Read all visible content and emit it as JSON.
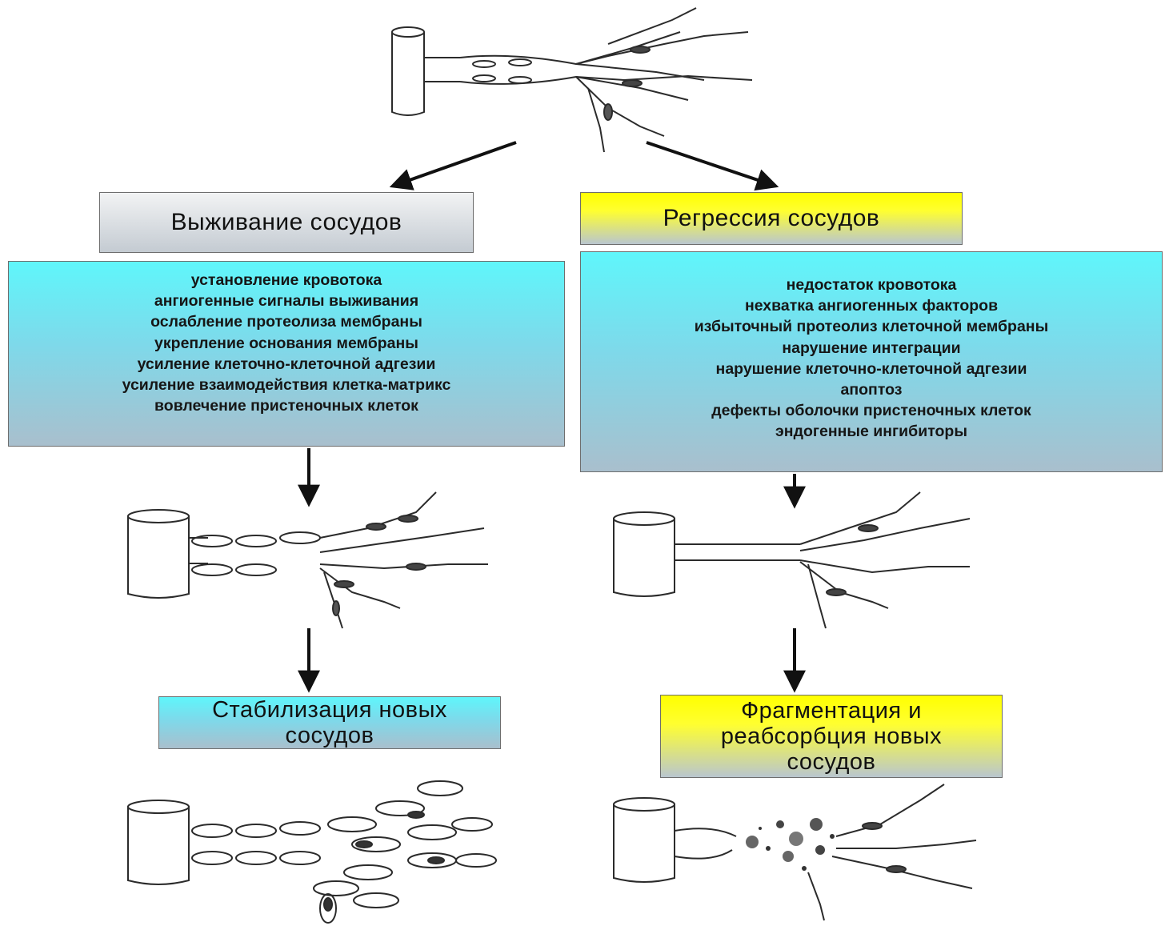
{
  "survival": {
    "title": "Выживание сосудов",
    "factors": [
      "установление кровотока",
      "ангиогенные сигналы выживания",
      "ослабление протеолиза мембраны",
      "укрепление основания мембраны",
      "усиление клеточно-клеточной адгезии",
      "усиление взаимодействия клетка-матрикс",
      "вовлечение пристеночных клеток"
    ],
    "outcome_lines": [
      "Стабилизация новых",
      "сосудов"
    ]
  },
  "regression": {
    "title": "Регрессия сосудов",
    "factors": [
      "недостаток кровотока",
      "нехватка ангиогенных факторов",
      "избыточный протеолиз клеточной мембраны",
      "нарушение интеграции",
      "нарушение клеточно-клеточной адгезии",
      "апоптоз",
      "дефекты оболочки пристеночных клеток",
      "эндогенные ингибиторы"
    ],
    "outcome_lines": [
      "Фрагментация и",
      "реабсорбция новых",
      "сосудов"
    ]
  },
  "colors": {
    "gray_box": "#c4cbd2",
    "yellow_box": "#ffff00",
    "cyan_box": "#5ff6fb",
    "line": "#2b2b2b"
  }
}
